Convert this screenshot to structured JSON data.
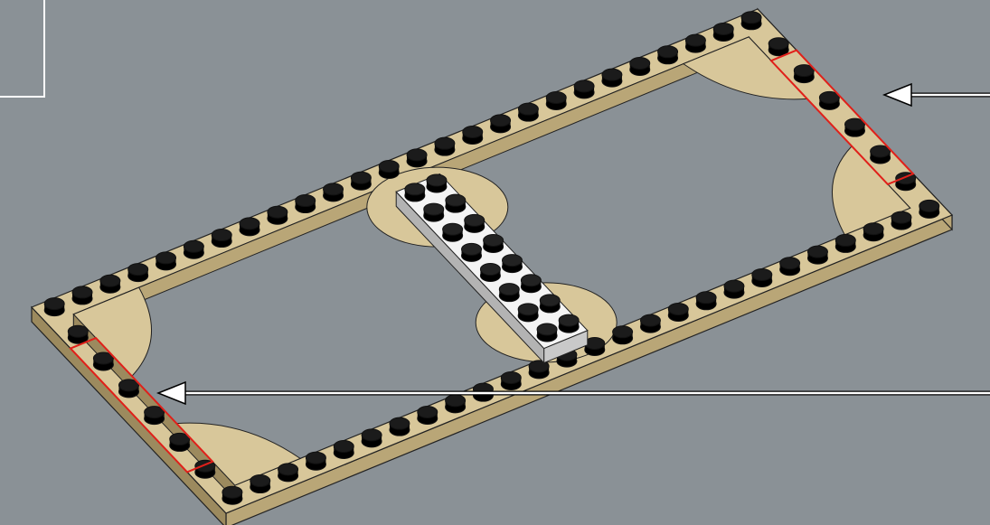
{
  "scene": {
    "subject": "lego-frame-build-step",
    "colors": {
      "background": "#8a9196",
      "tan_top": "#d8c79a",
      "tan_side": "#b9a677",
      "tan_dark": "#9c8a5e",
      "white_top": "#f4f4f4",
      "white_side": "#c9c9c9",
      "stud_black": "#1b1b1b",
      "highlight_red": "#e0201a",
      "arrow": "#ffffff"
    },
    "frame": {
      "long_side_studs": 26,
      "short_side_studs": 8,
      "white_plate_rows": 2,
      "white_plate_cols": 8
    },
    "callouts": [
      {
        "name": "right-end-highlight",
        "icon": "arrow-left-icon"
      },
      {
        "name": "left-end-highlight",
        "icon": "arrow-left-icon"
      }
    ]
  }
}
